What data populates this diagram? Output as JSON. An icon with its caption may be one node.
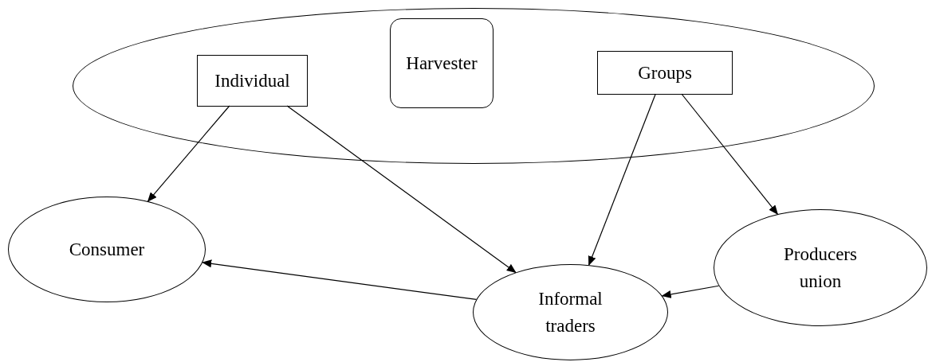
{
  "diagram": {
    "nodes": [
      {
        "text": [],
        "shape": "ellipse"
      },
      {
        "text": [
          "Individual"
        ],
        "in": 0
      },
      {
        "text": [
          "Harvester"
        ],
        "in": 0
      },
      {
        "text": [
          "Groups"
        ],
        "in": 0
      },
      {
        "text": [
          "Consumer"
        ]
      },
      {
        "text": [
          "Informal traders"
        ]
      },
      {
        "text": [
          "Producers union"
        ]
      }
    ],
    "edges": [
      {
        "from": 1,
        "to": 4,
        "arrow": "to"
      },
      {
        "from": 1,
        "to": 5,
        "arrow": "to"
      },
      {
        "from": 3,
        "to": 5,
        "arrow": "to"
      },
      {
        "from": 3,
        "to": 6,
        "arrow": "to"
      },
      {
        "from": 6,
        "to": 5,
        "arrow": "to"
      },
      {
        "from": 5,
        "to": 4,
        "arrow": "to"
      }
    ]
  }
}
